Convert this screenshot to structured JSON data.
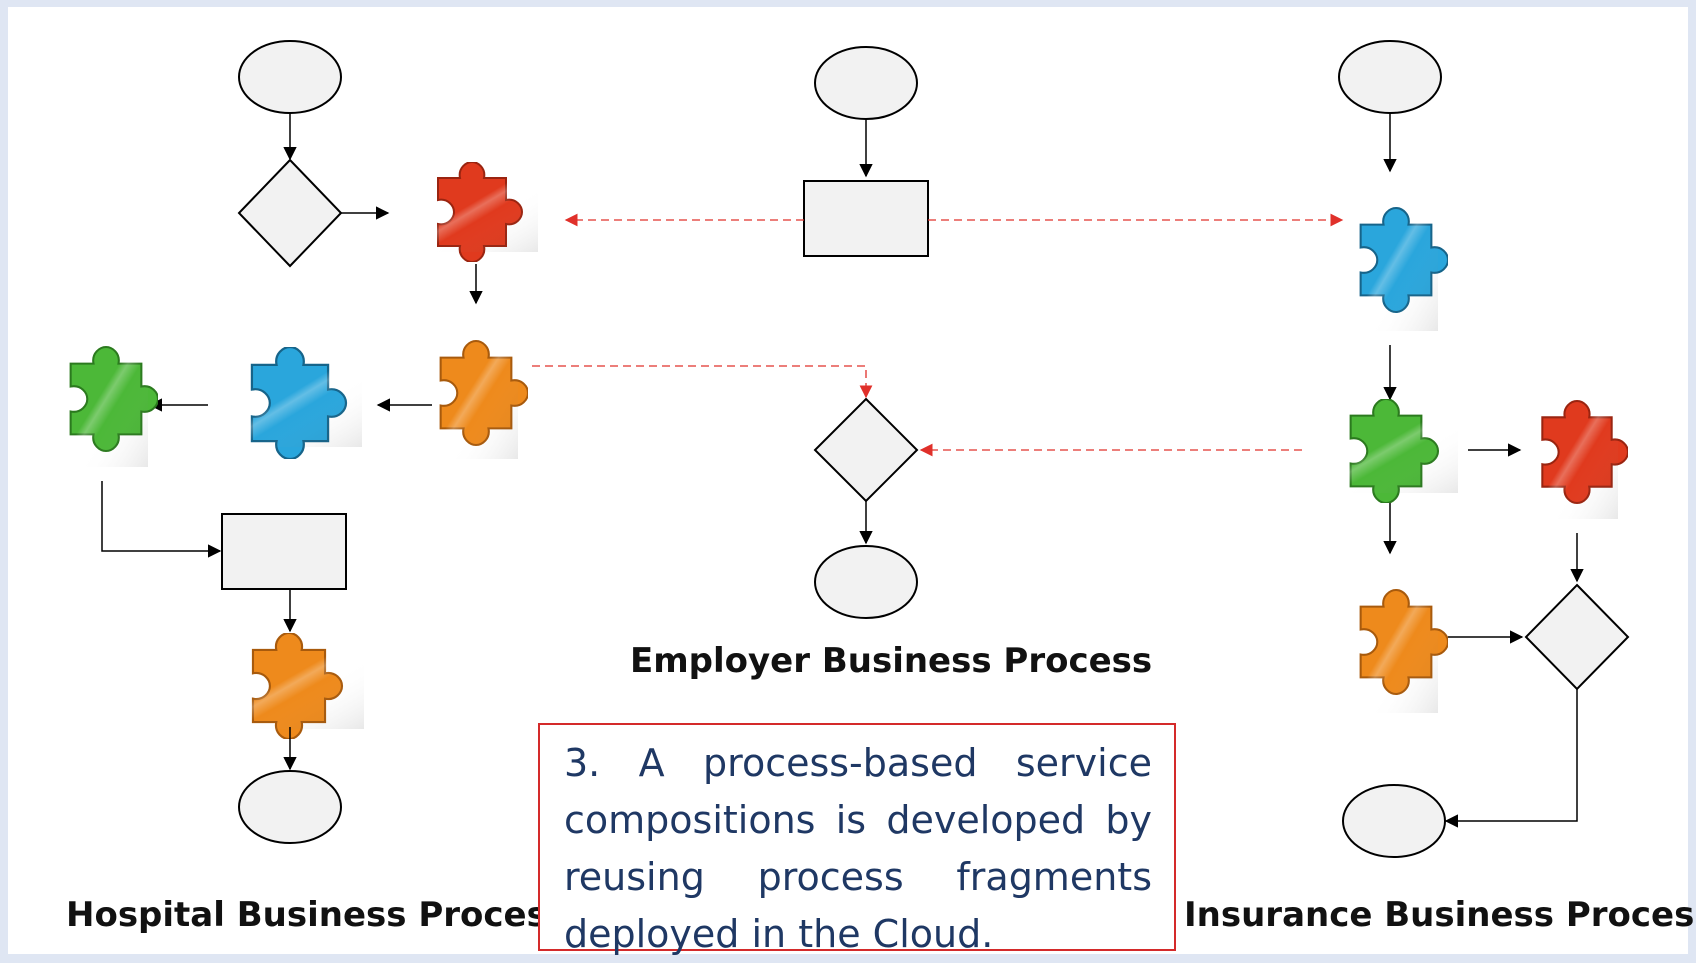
{
  "labels": {
    "employer": "Employer Business Process",
    "hospital": "Hospital Business Process",
    "insurance": "Insurance Business Process"
  },
  "caption": "3. A process-based service compositions is developed by reusing process fragments deployed in the Cloud.",
  "colors": {
    "red": "#e03a1e",
    "orange": "#ee8a1c",
    "blue": "#2aa6dc",
    "green": "#4cb838",
    "dash": "#e0302a",
    "shape_fill": "#f2f2f2",
    "caption_text": "#1f3864",
    "caption_border": "#d42a2a"
  },
  "icons": [
    "puzzle-piece-icon"
  ]
}
